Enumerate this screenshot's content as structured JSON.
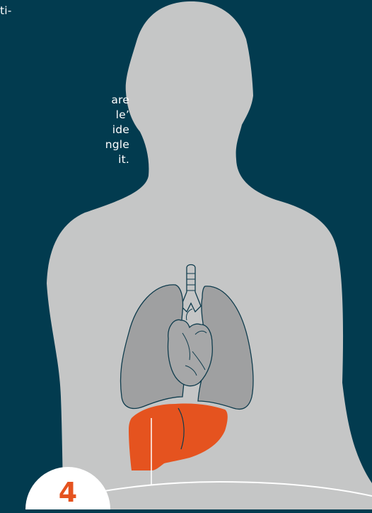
{
  "intro_fragment": "ti-",
  "body_lines": [
    "are",
    "le’",
    "ide",
    "ngle",
    "it."
  ],
  "step_number": "4",
  "colors": {
    "background": "#023b4f",
    "silhouette": "#c5c6c6",
    "lung": "#9fa0a1",
    "heart": "#a6a7a8",
    "outline": "#0e3b4c",
    "liver": "#e5531f",
    "accent": "#e5531f",
    "text": "#ffffff"
  }
}
